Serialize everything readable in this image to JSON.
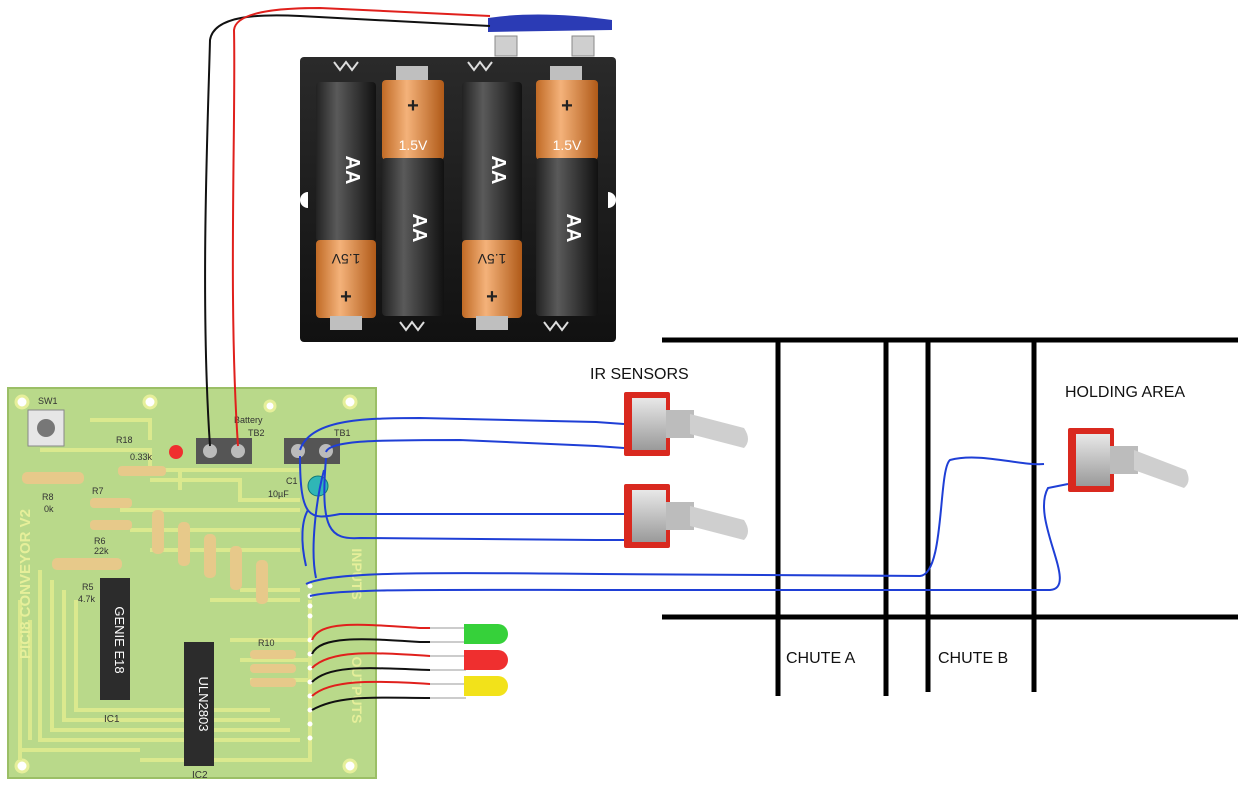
{
  "labels": {
    "ir_sensors": "IR SENSORS",
    "holding_area": "HOLDING AREA",
    "chute_a": "CHUTE A",
    "chute_b": "CHUTE B"
  },
  "battery": {
    "cells": [
      {
        "top": "",
        "mid": "AA",
        "bottom": "1.5V",
        "bottom_sign": "+"
      },
      {
        "top": "+",
        "voltage": "1.5V",
        "mid": "AA"
      },
      {
        "top": "",
        "mid": "AA",
        "bottom": "1.5V",
        "bottom_sign": "+"
      },
      {
        "top": "+",
        "voltage": "1.5V",
        "mid": "AA"
      }
    ]
  },
  "pcb": {
    "switch": "SW1",
    "r18": "R18",
    "r18_val": "0.33k",
    "battery": "Battery",
    "tb2": "TB2",
    "tb1": "TB1",
    "c1": "C1",
    "c1_val": "10µF",
    "r8": "R8",
    "r8_val": "0k",
    "r7": "R7",
    "r6": "R6",
    "r6_val": "22k",
    "r5": "R5",
    "r5_val": "4.7k",
    "r10": "R10",
    "ic1_chip": "GENIE E18",
    "ic1": "IC1",
    "ic2_chip": "ULN2803",
    "ic2": "IC2",
    "side_left": "PICI8 CONVEYOR V2",
    "side_right_in": "INPUTS",
    "side_right_out": "OUTPUTS"
  },
  "colors": {
    "pcb_green": "#b9d98a",
    "pcb_trace": "#d8e98f",
    "wire_blue": "#1f3fd6",
    "wire_red": "#e0201c",
    "wire_black": "#111111",
    "battery_orange": "#e89a52",
    "led_green": "#36d13a",
    "led_red": "#ef2f2f",
    "led_yellow": "#f2e21a"
  }
}
